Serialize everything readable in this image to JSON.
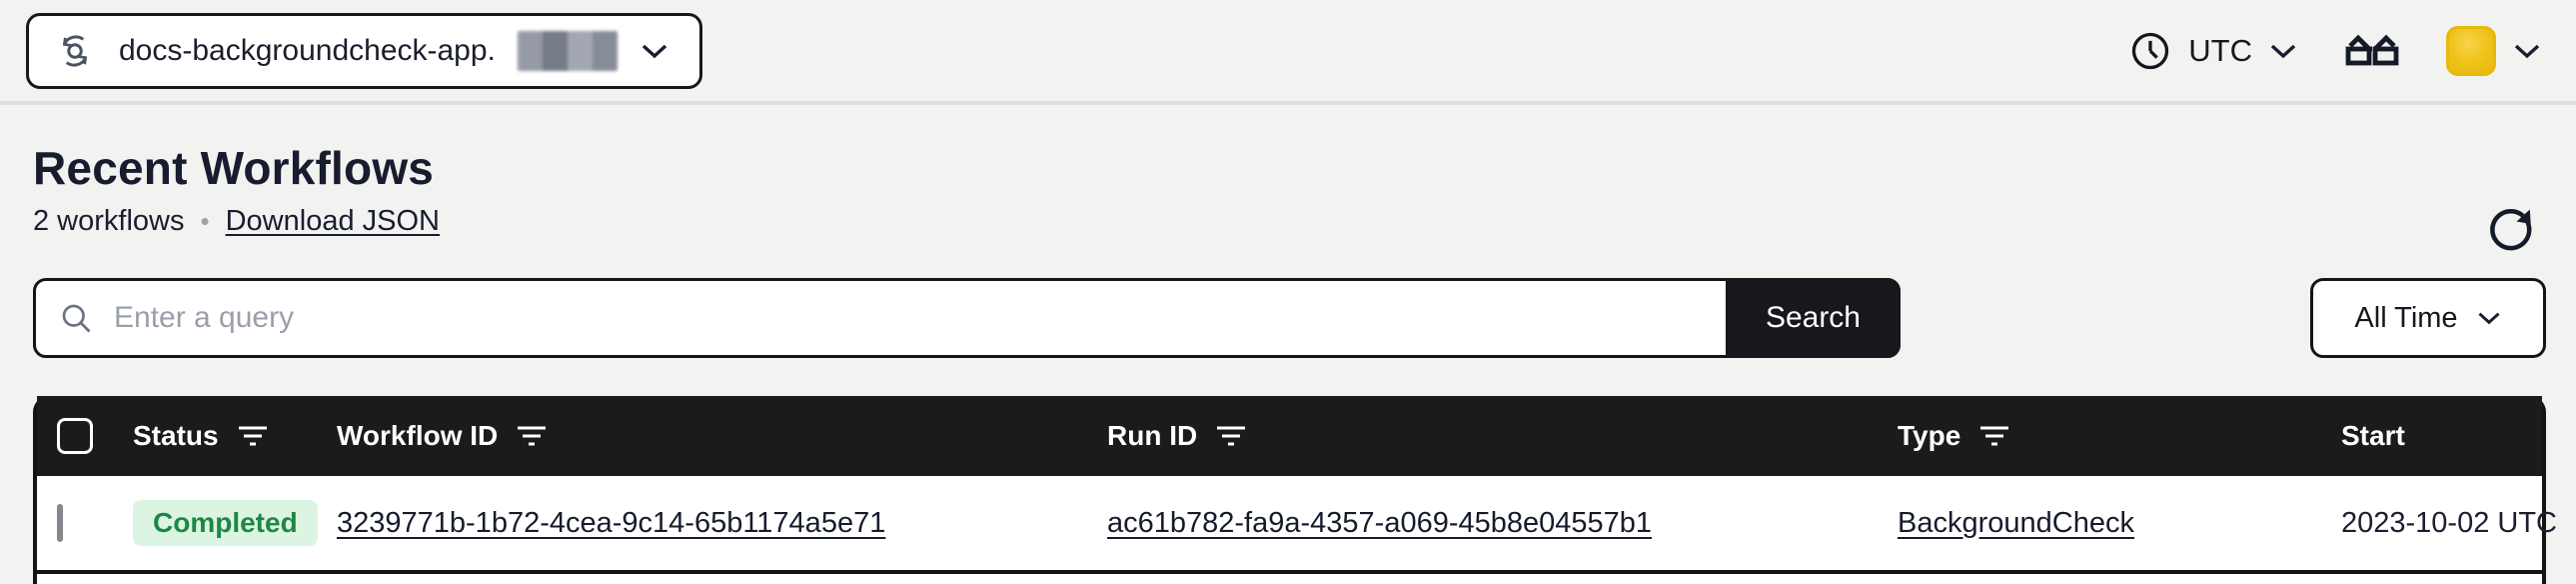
{
  "topbar": {
    "namespace": {
      "label": "docs-backgroundcheck-app."
    },
    "timezone": {
      "label": "UTC"
    }
  },
  "page": {
    "title": "Recent Workflows",
    "count_label": "2 workflows",
    "separator": "•",
    "download_link": "Download JSON"
  },
  "search": {
    "placeholder": "Enter a query",
    "button_label": "Search"
  },
  "time_filter": {
    "selected": "All Time"
  },
  "table": {
    "columns": [
      {
        "label": "Status"
      },
      {
        "label": "Workflow ID"
      },
      {
        "label": "Run ID"
      },
      {
        "label": "Type"
      },
      {
        "label": "Start"
      }
    ],
    "rows": [
      {
        "status": "Completed",
        "workflow_id": "3239771b-1b72-4cea-9c14-65b1174a5e71",
        "run_id": "ac61b782-fa9a-4357-a069-45b8e04557b1",
        "type": "BackgroundCheck",
        "start": "2023-10-02 UTC"
      }
    ]
  },
  "colors": {
    "background": "#f2f2f0",
    "table_header_bg": "#1b1b1e",
    "accent_ink": "#181c2f",
    "badge_bg": "#dcf5e2",
    "badge_text": "#1f8745",
    "avatar_yellow": "#f0c31a"
  }
}
